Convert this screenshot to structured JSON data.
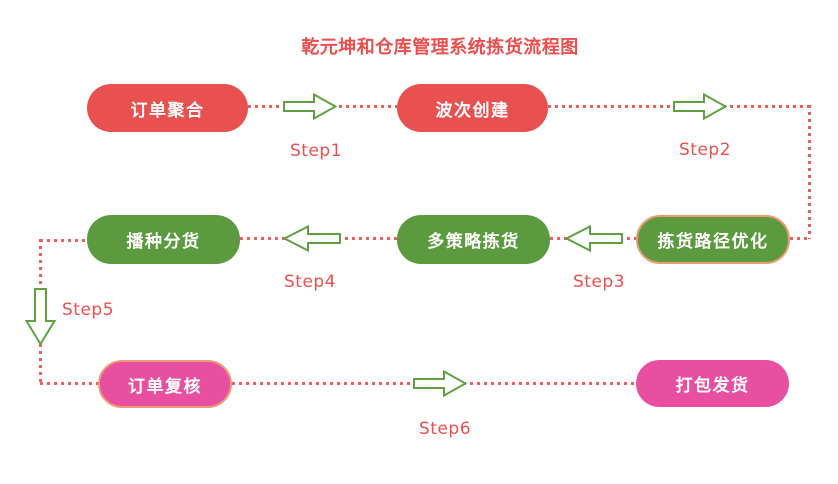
{
  "title": "乾元坤和仓库管理系统拣货流程图",
  "diagram": {
    "type": "flowchart",
    "flow_order": [
      "订单聚合",
      "波次创建",
      "拣货路径优化",
      "多策略拣货",
      "播种分货",
      "订单复核",
      "打包发货"
    ]
  },
  "nodes": [
    {
      "id": "order-aggregation",
      "label": "订单聚合",
      "fill": "#E85150",
      "border": "none",
      "row": 1
    },
    {
      "id": "wave-creation",
      "label": "波次创建",
      "fill": "#E85150",
      "border": "none",
      "row": 1
    },
    {
      "id": "seeding-sorting",
      "label": "播种分货",
      "fill": "#5B9A3F",
      "border": "none",
      "row": 2
    },
    {
      "id": "multi-strategy-picking",
      "label": "多策略拣货",
      "fill": "#5B9A3F",
      "border": "none",
      "row": 2
    },
    {
      "id": "picking-route-optimization",
      "label": "拣货路径优化",
      "fill": "#5B9A3F",
      "border": "#EC9C74",
      "row": 2
    },
    {
      "id": "order-review",
      "label": "订单复核",
      "fill": "#E94FA1",
      "border": "#EC9C74",
      "row": 3
    },
    {
      "id": "packing-shipping",
      "label": "打包发货",
      "fill": "#E94FA1",
      "border": "none",
      "row": 3
    }
  ],
  "steps": [
    {
      "label": "Step1",
      "direction": "right",
      "from": "订单聚合",
      "to": "波次创建"
    },
    {
      "label": "Step2",
      "direction": "right",
      "from": "波次创建",
      "to": "拣货路径优化"
    },
    {
      "label": "Step3",
      "direction": "left",
      "from": "拣货路径优化",
      "to": "多策略拣货"
    },
    {
      "label": "Step4",
      "direction": "left",
      "from": "多策略拣货",
      "to": "播种分货"
    },
    {
      "label": "Step5",
      "direction": "down",
      "from": "播种分货",
      "to": "订单复核"
    },
    {
      "label": "Step6",
      "direction": "right",
      "from": "订单复核",
      "to": "打包发货"
    }
  ],
  "colors": {
    "title_text": "#ED4E4E",
    "step_text": "#ED4E4E",
    "red_node": "#E85150",
    "green_node": "#5B9A3F",
    "pink_node": "#E94FA1",
    "node_border_salmon": "#EC9C74",
    "dotted_line": "#E9605C",
    "arrow_outline": "#5FA140",
    "arrow_fill": "#FFFFFF",
    "node_text": "#FFFFFF",
    "background": "#FFFFFF"
  }
}
